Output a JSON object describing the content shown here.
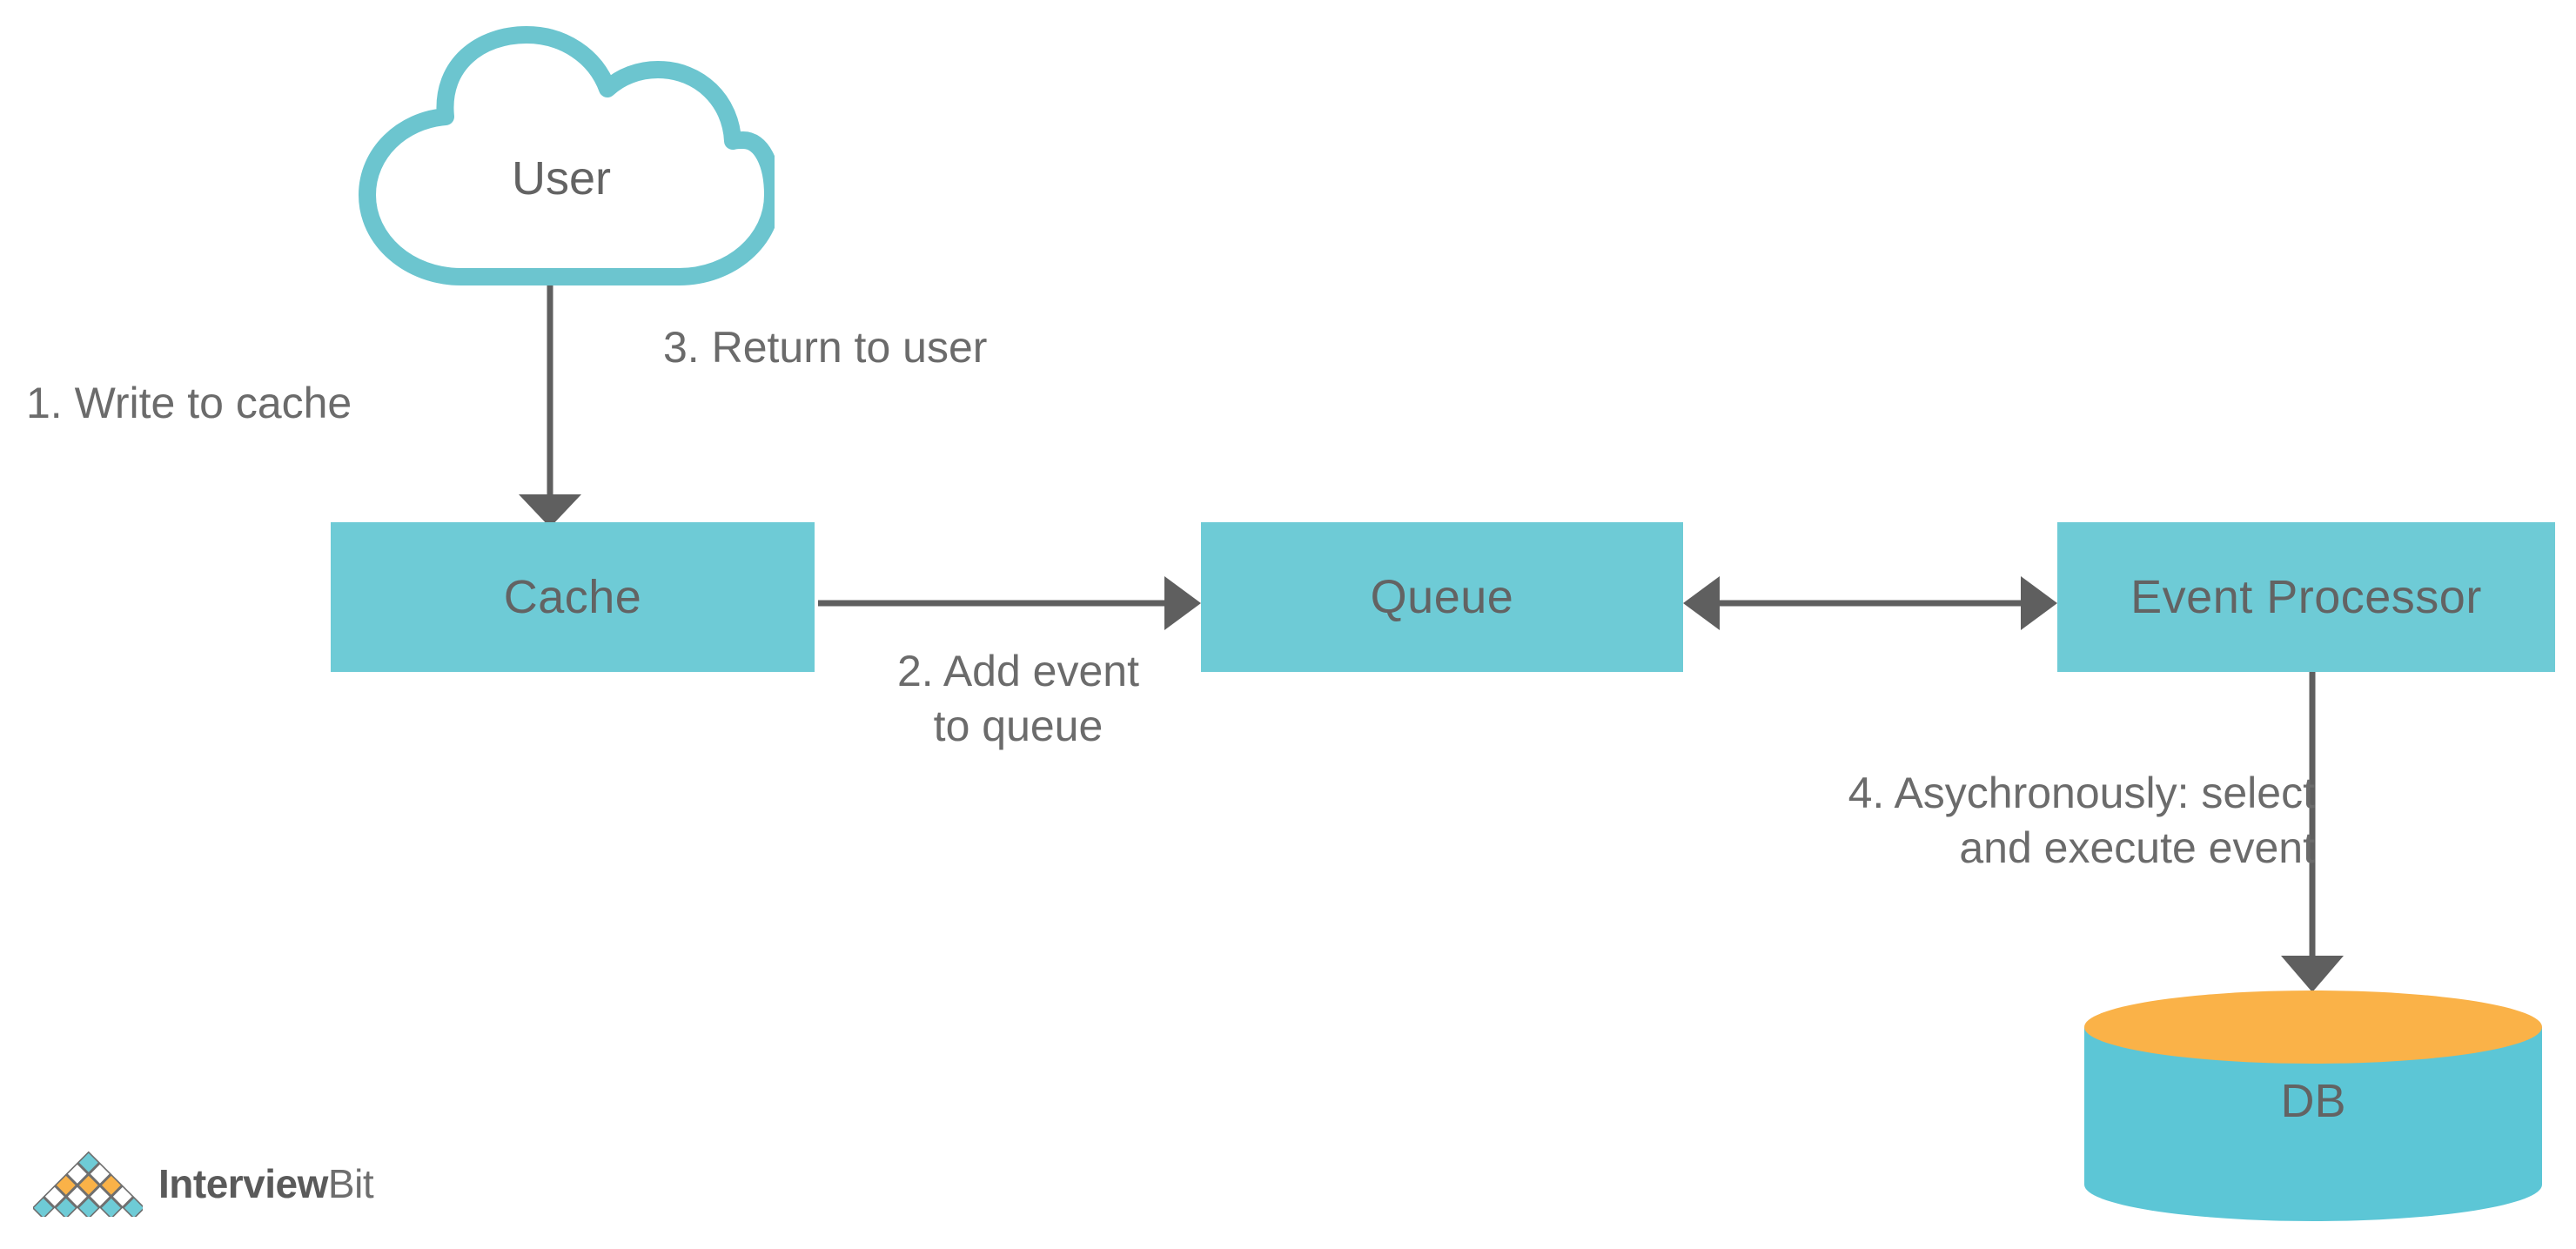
{
  "diagram": {
    "title": "Write-behind (write-back) cache with event queue",
    "background_color": "#FFFFFF",
    "palette": {
      "teal": "#6ECBD6",
      "teal_outline": "#6CC5CF",
      "orange": "#FAB248",
      "text_grey": "#636363",
      "label_grey": "#6B6B6B",
      "arrow_grey": "#5F5F5F"
    },
    "nodes": {
      "user": {
        "label": "User",
        "shape": "cloud"
      },
      "cache": {
        "label": "Cache",
        "shape": "rectangle"
      },
      "queue": {
        "label": "Queue",
        "shape": "rectangle"
      },
      "event_processor": {
        "label": "Event Processor",
        "shape": "rectangle"
      },
      "db": {
        "label": "DB",
        "shape": "cylinder"
      }
    },
    "steps": [
      {
        "id": "step-1",
        "text": "1. Write to cache",
        "from": "user",
        "to": "cache"
      },
      {
        "id": "step-2",
        "text": "2. Add event\nto queue",
        "from": "cache",
        "to": "queue"
      },
      {
        "id": "step-3",
        "text": "3. Return to user",
        "from": "cache",
        "to": "user"
      },
      {
        "id": "step-4",
        "text": "4. Asychronously: select\nand execute event",
        "from": "event_processor",
        "to": "db"
      }
    ],
    "connectors": [
      {
        "name": "user-to-cache",
        "direction": "down",
        "heads": 1
      },
      {
        "name": "cache-to-queue",
        "direction": "right",
        "heads": 1
      },
      {
        "name": "queue-event-processor",
        "direction": "horizontal",
        "heads": 2
      },
      {
        "name": "event-processor-to-db",
        "direction": "down",
        "heads": 1
      }
    ]
  },
  "branding": {
    "wordmark_primary": "Interview",
    "wordmark_secondary": "Bit",
    "logo_mark_name": "interviewbit-diamond-pyramid"
  }
}
